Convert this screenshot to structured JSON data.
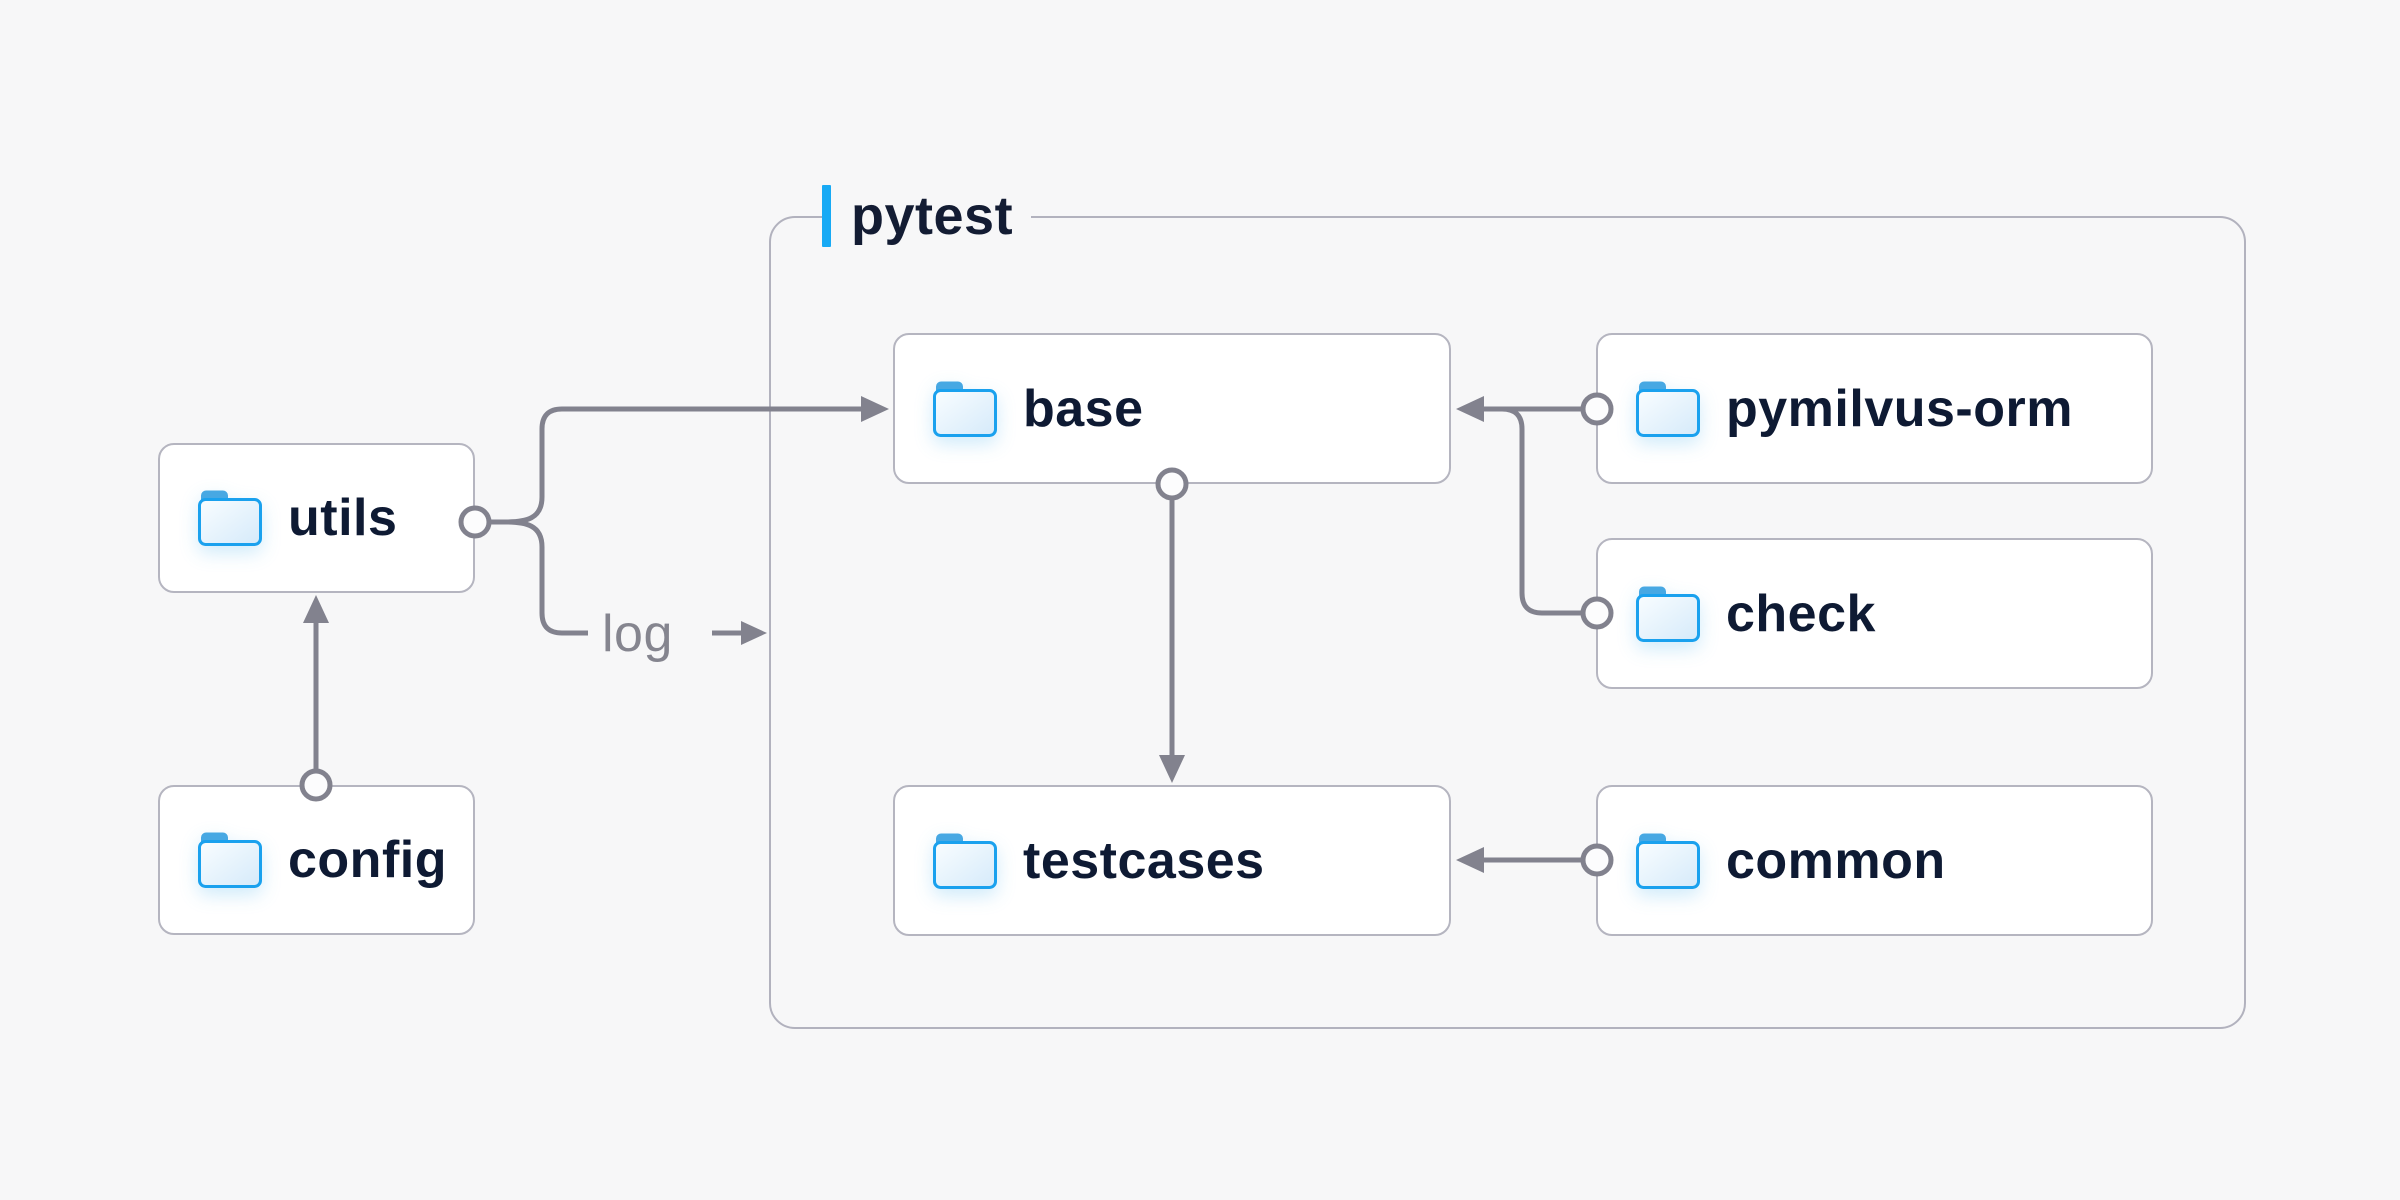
{
  "diagram": {
    "container": {
      "label": "pytest",
      "accent_color": "#18aaf5",
      "text_color": "#131c33"
    },
    "nodes": [
      {
        "id": "utils",
        "label": "utils"
      },
      {
        "id": "config",
        "label": "config"
      },
      {
        "id": "base",
        "label": "base"
      },
      {
        "id": "testcases",
        "label": "testcases"
      },
      {
        "id": "pymilvus-orm",
        "label": "pymilvus-orm"
      },
      {
        "id": "check",
        "label": "check"
      },
      {
        "id": "common",
        "label": "common"
      }
    ],
    "edge_label": "log",
    "colors": {
      "background": "#f7f7f8",
      "node_background": "#ffffff",
      "node_border": "#b5b5c0",
      "container_border": "#b2b2be",
      "edge": "#82828e",
      "node_text": "#0e1a33",
      "edge_label_text": "#85858f",
      "folder_blue": "#1aa1ee"
    }
  }
}
